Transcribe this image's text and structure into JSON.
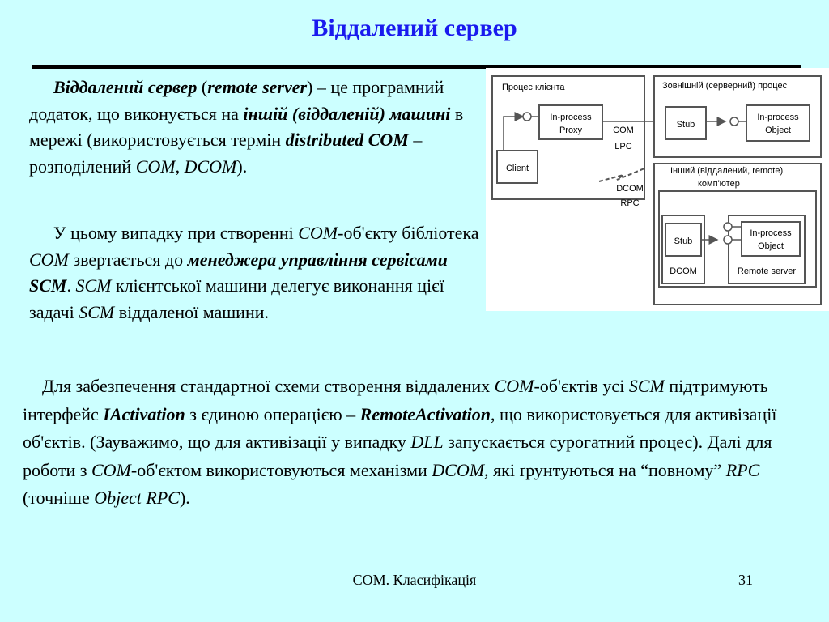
{
  "slide": {
    "title": "Віддалений сервер",
    "footer": "COM. Класифікація",
    "page_number": "31"
  },
  "para1": {
    "t1": "Віддалений сервер",
    "t2": " (",
    "t3": "remote server",
    "t4": ") – це програмний додаток, що виконується на ",
    "t5": "іншій (віддаленій) машині",
    "t6": " в мережі (використовується термін ",
    "t7": "distributed COM",
    "t8": " – розподілений ",
    "t9": "COM",
    "t10": ", ",
    "t11": "DCOM",
    "t12": ")."
  },
  "para2": {
    "t1": "У цьому випадку при створенні ",
    "t2": "COM",
    "t3": "-об'єкту бібліотека ",
    "t4": "COM",
    "t5": " звертається до ",
    "t6": "менеджера управління сервісами SCM",
    "t7": ". ",
    "t8": "SCM",
    "t9": " клієнтської машини делегує виконання цієї задачі ",
    "t10": "SCM",
    "t11": " віддаленої машини."
  },
  "para3": {
    "t1": "Для забезпечення стандартної схеми створення віддалених ",
    "t2": "COM",
    "t3": "-об'єктів усі ",
    "t4": "SCM",
    "t5": " підтримують інтерфейс ",
    "t6": "IActivation",
    "t7": " з єдиною операцією – ",
    "t8": "RemoteActivation",
    "t9": ", що використовується для активізації об'єктів. (Зауважимо, що для активізації у випадку ",
    "t10": "DLL",
    "t11": " запускається сурогатний процес). Далі для роботи з ",
    "t12": "COM",
    "t13": "-об'єктом використовуються механізми ",
    "t14": "DCOM",
    "t15": ", які ґрунтуються на “повному” ",
    "t16": "RPC",
    "t17": " (точніше ",
    "t18": "Object RPC",
    "t19": ")."
  },
  "diagram": {
    "client_process": "Процес клієнта",
    "outer_process": "Зовнішній (серверний) процес",
    "remote_computer_line1": "Інший (віддалений, remote)",
    "remote_computer_line2": "комп'ютер",
    "proxy_line1": "In-process",
    "proxy_line2": "Proxy",
    "client": "Client",
    "com": "COM",
    "lpc": "LPC",
    "dcom_link": "DCOM",
    "rpc": "RPC",
    "stub_outer": "Stub",
    "object_outer_line1": "In-process",
    "object_outer_line2": "Object",
    "stub_remote": "Stub",
    "dcom_remote": "DCOM",
    "object_remote_line1": "In-process",
    "object_remote_line2": "Object",
    "remote_server": "Remote server",
    "line_color": "#555555"
  }
}
